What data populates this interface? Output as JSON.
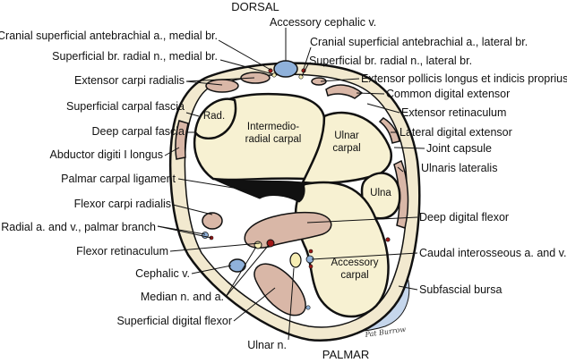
{
  "orientation": {
    "top": "DORSAL",
    "bottom": "PALMAR"
  },
  "labels_left": [
    "Cranial superficial antebrachial a., medial br.",
    "Superficial br. radial n., medial br.",
    "Extensor carpi radialis",
    "Superficial carpal fascia",
    "Deep carpal fascia",
    "Abductor digiti I longus",
    "Palmar carpal ligament",
    "Flexor carpi radialis",
    "Radial a. and v., palmar branch",
    "Flexor retinaculum",
    "Cephalic v.",
    "Median n. and a.",
    "Superficial digital flexor",
    "Ulnar n."
  ],
  "labels_right": [
    "Accessory cephalic v.",
    "Cranial superficial antebrachial a., lateral br.",
    "Superficial br. radial n., lateral br.",
    "Extensor pollicis longus et indicis proprius",
    "Common digital extensor",
    "Extensor retinaculum",
    "Lateral digital extensor",
    "Joint capsule",
    "Ulnaris lateralis",
    "Deep digital flexor",
    "Caudal interosseous a. and v.",
    "Subfascial bursa"
  ],
  "bones": {
    "radial_carpal": "Intermedio-\nradial carpal",
    "radial": "Rad.",
    "ulnar_carpal": "Ulnar\ncarpal",
    "ulna": "Ulna",
    "accessory_carpal": "Accessory\ncarpal"
  },
  "signature": "Pat Burrow",
  "colors": {
    "bone": "#f7f1d2",
    "muscle": "#d9b7a7",
    "vessel_blue": "#8fb1da",
    "bursa_blue": "#c5d6ec",
    "artery_red": "#a01818",
    "nerve_yellow": "#f7eeb4"
  }
}
